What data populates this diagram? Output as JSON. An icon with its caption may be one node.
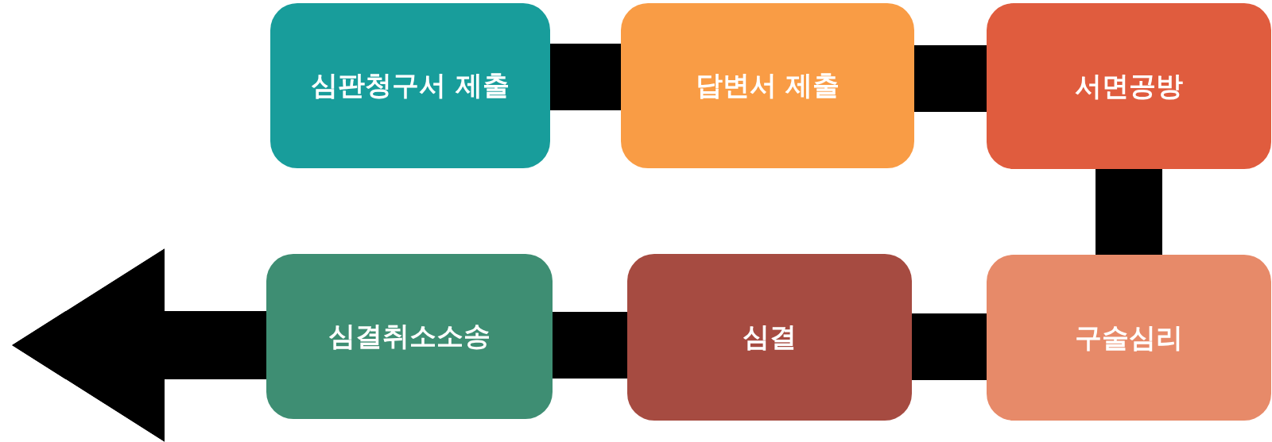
{
  "diagram": {
    "nodes": [
      {
        "text": [
          "심판청구서 제출"
        ]
      },
      {
        "text": [
          "답변서 제출"
        ]
      },
      {
        "text": [
          "서면공방"
        ]
      },
      {
        "text": [
          "구술심리"
        ]
      },
      {
        "text": [
          "심결"
        ]
      },
      {
        "text": [
          "심결취소소송"
        ]
      }
    ],
    "edges": [
      {
        "from": 0,
        "to": 1,
        "arrow": "none"
      },
      {
        "from": 1,
        "to": 2,
        "arrow": "none"
      },
      {
        "from": 2,
        "to": 3,
        "arrow": "none"
      },
      {
        "from": 3,
        "to": 4,
        "arrow": "none"
      },
      {
        "from": 4,
        "to": 5,
        "arrow": "none"
      },
      {
        "from": 5,
        "to": null,
        "arrow": "to"
      }
    ]
  }
}
